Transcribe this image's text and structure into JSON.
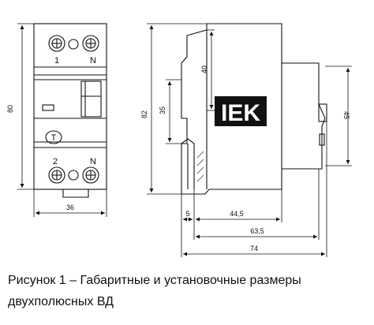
{
  "diagram": {
    "front_view": {
      "dim_height": "80",
      "dim_width": "36",
      "terminal_top_left": "1",
      "terminal_top_right": "N",
      "terminal_bottom_left": "2",
      "terminal_bottom_right": "N",
      "test_button": "T"
    },
    "side_view": {
      "dim_total_height": "82",
      "dim_40": "40",
      "dim_35": "35",
      "dim_45": "45",
      "dim_5": "5",
      "dim_44_5": "44,5",
      "dim_63_5": "63,5",
      "dim_74": "74",
      "brand_logo": "IEK"
    }
  },
  "caption": {
    "line1": "Рисунок 1 – Габаритные и установочные размеры",
    "line2": "двухполюсных ВД"
  }
}
